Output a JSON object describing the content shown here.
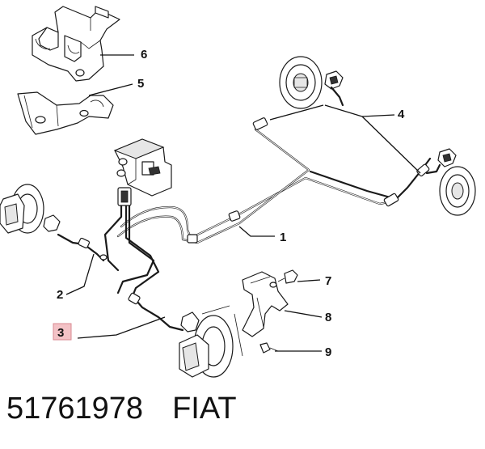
{
  "callouts": [
    {
      "id": "1",
      "label": "1"
    },
    {
      "id": "2",
      "label": "2"
    },
    {
      "id": "3",
      "label": "3",
      "highlight_color": "#f3c2c6",
      "border_color": "#d98a92"
    },
    {
      "id": "4",
      "label": "4"
    },
    {
      "id": "5",
      "label": "5"
    },
    {
      "id": "6",
      "label": "6"
    },
    {
      "id": "7",
      "label": "7"
    },
    {
      "id": "8",
      "label": "8"
    },
    {
      "id": "9",
      "label": "9"
    }
  ],
  "footer": {
    "part_number": "51761978",
    "brand": "FIAT"
  }
}
